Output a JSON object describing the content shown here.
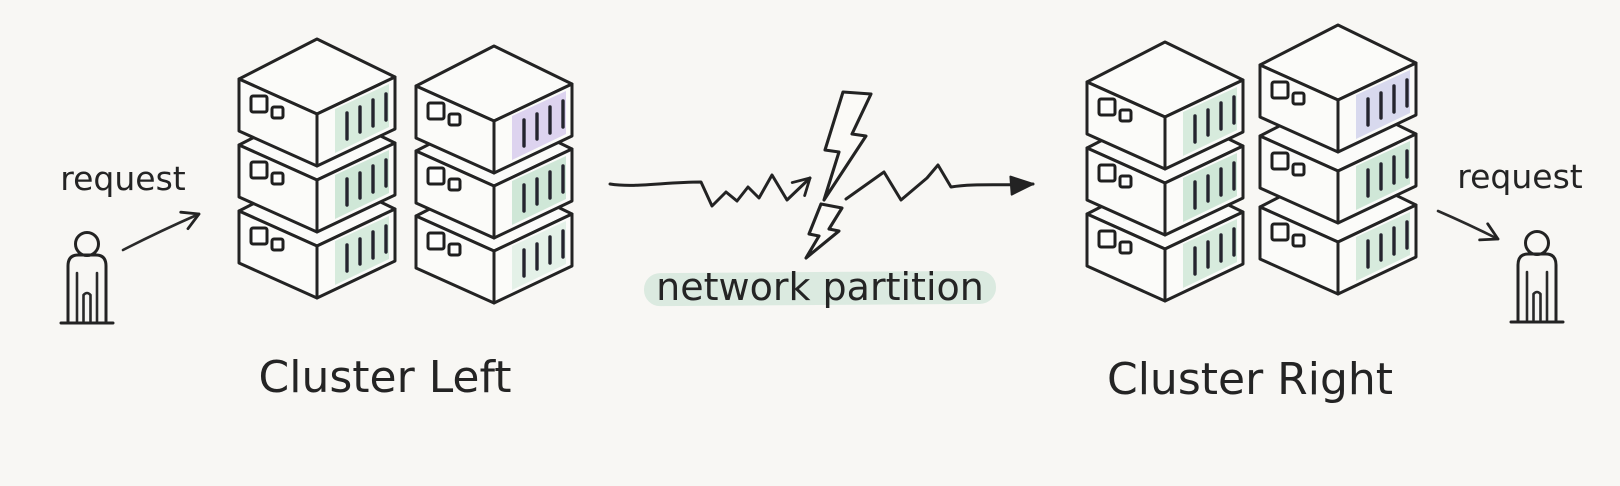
{
  "diagram_title": "network partition between two clusters",
  "labels": {
    "request_left": "request",
    "request_right": "request",
    "network_partition": "network partition",
    "cluster_left": "Cluster Left",
    "cluster_right": "Cluster Right"
  },
  "colors": {
    "paper": "#f8f7f4",
    "ink": "#232323",
    "mint": "#d7ebdd",
    "mint_strong": "#cfe7d7",
    "mint_faint": "#e4f1e8",
    "lavender": "#ddd3ef",
    "lavender_blue": "#d8d9ee",
    "highlight": "#d9e9de"
  },
  "icons": {
    "person_left": "person-icon",
    "person_right": "person-icon",
    "lightning_large": "lightning-bolt-icon",
    "lightning_small": "lightning-bolt-icon",
    "server_box": "server-icon"
  },
  "clusters": [
    {
      "name": "Cluster Left",
      "stacks": [
        {
          "servers": [
            "mint",
            "mint_strong",
            "mint"
          ]
        },
        {
          "servers": [
            "lavender",
            "mint_strong",
            "mint_faint"
          ]
        }
      ]
    },
    {
      "name": "Cluster Right",
      "stacks": [
        {
          "servers": [
            "mint",
            "mint_strong",
            "mint"
          ]
        },
        {
          "servers": [
            "lavender_blue",
            "mint_strong",
            "mint"
          ]
        }
      ]
    }
  ]
}
